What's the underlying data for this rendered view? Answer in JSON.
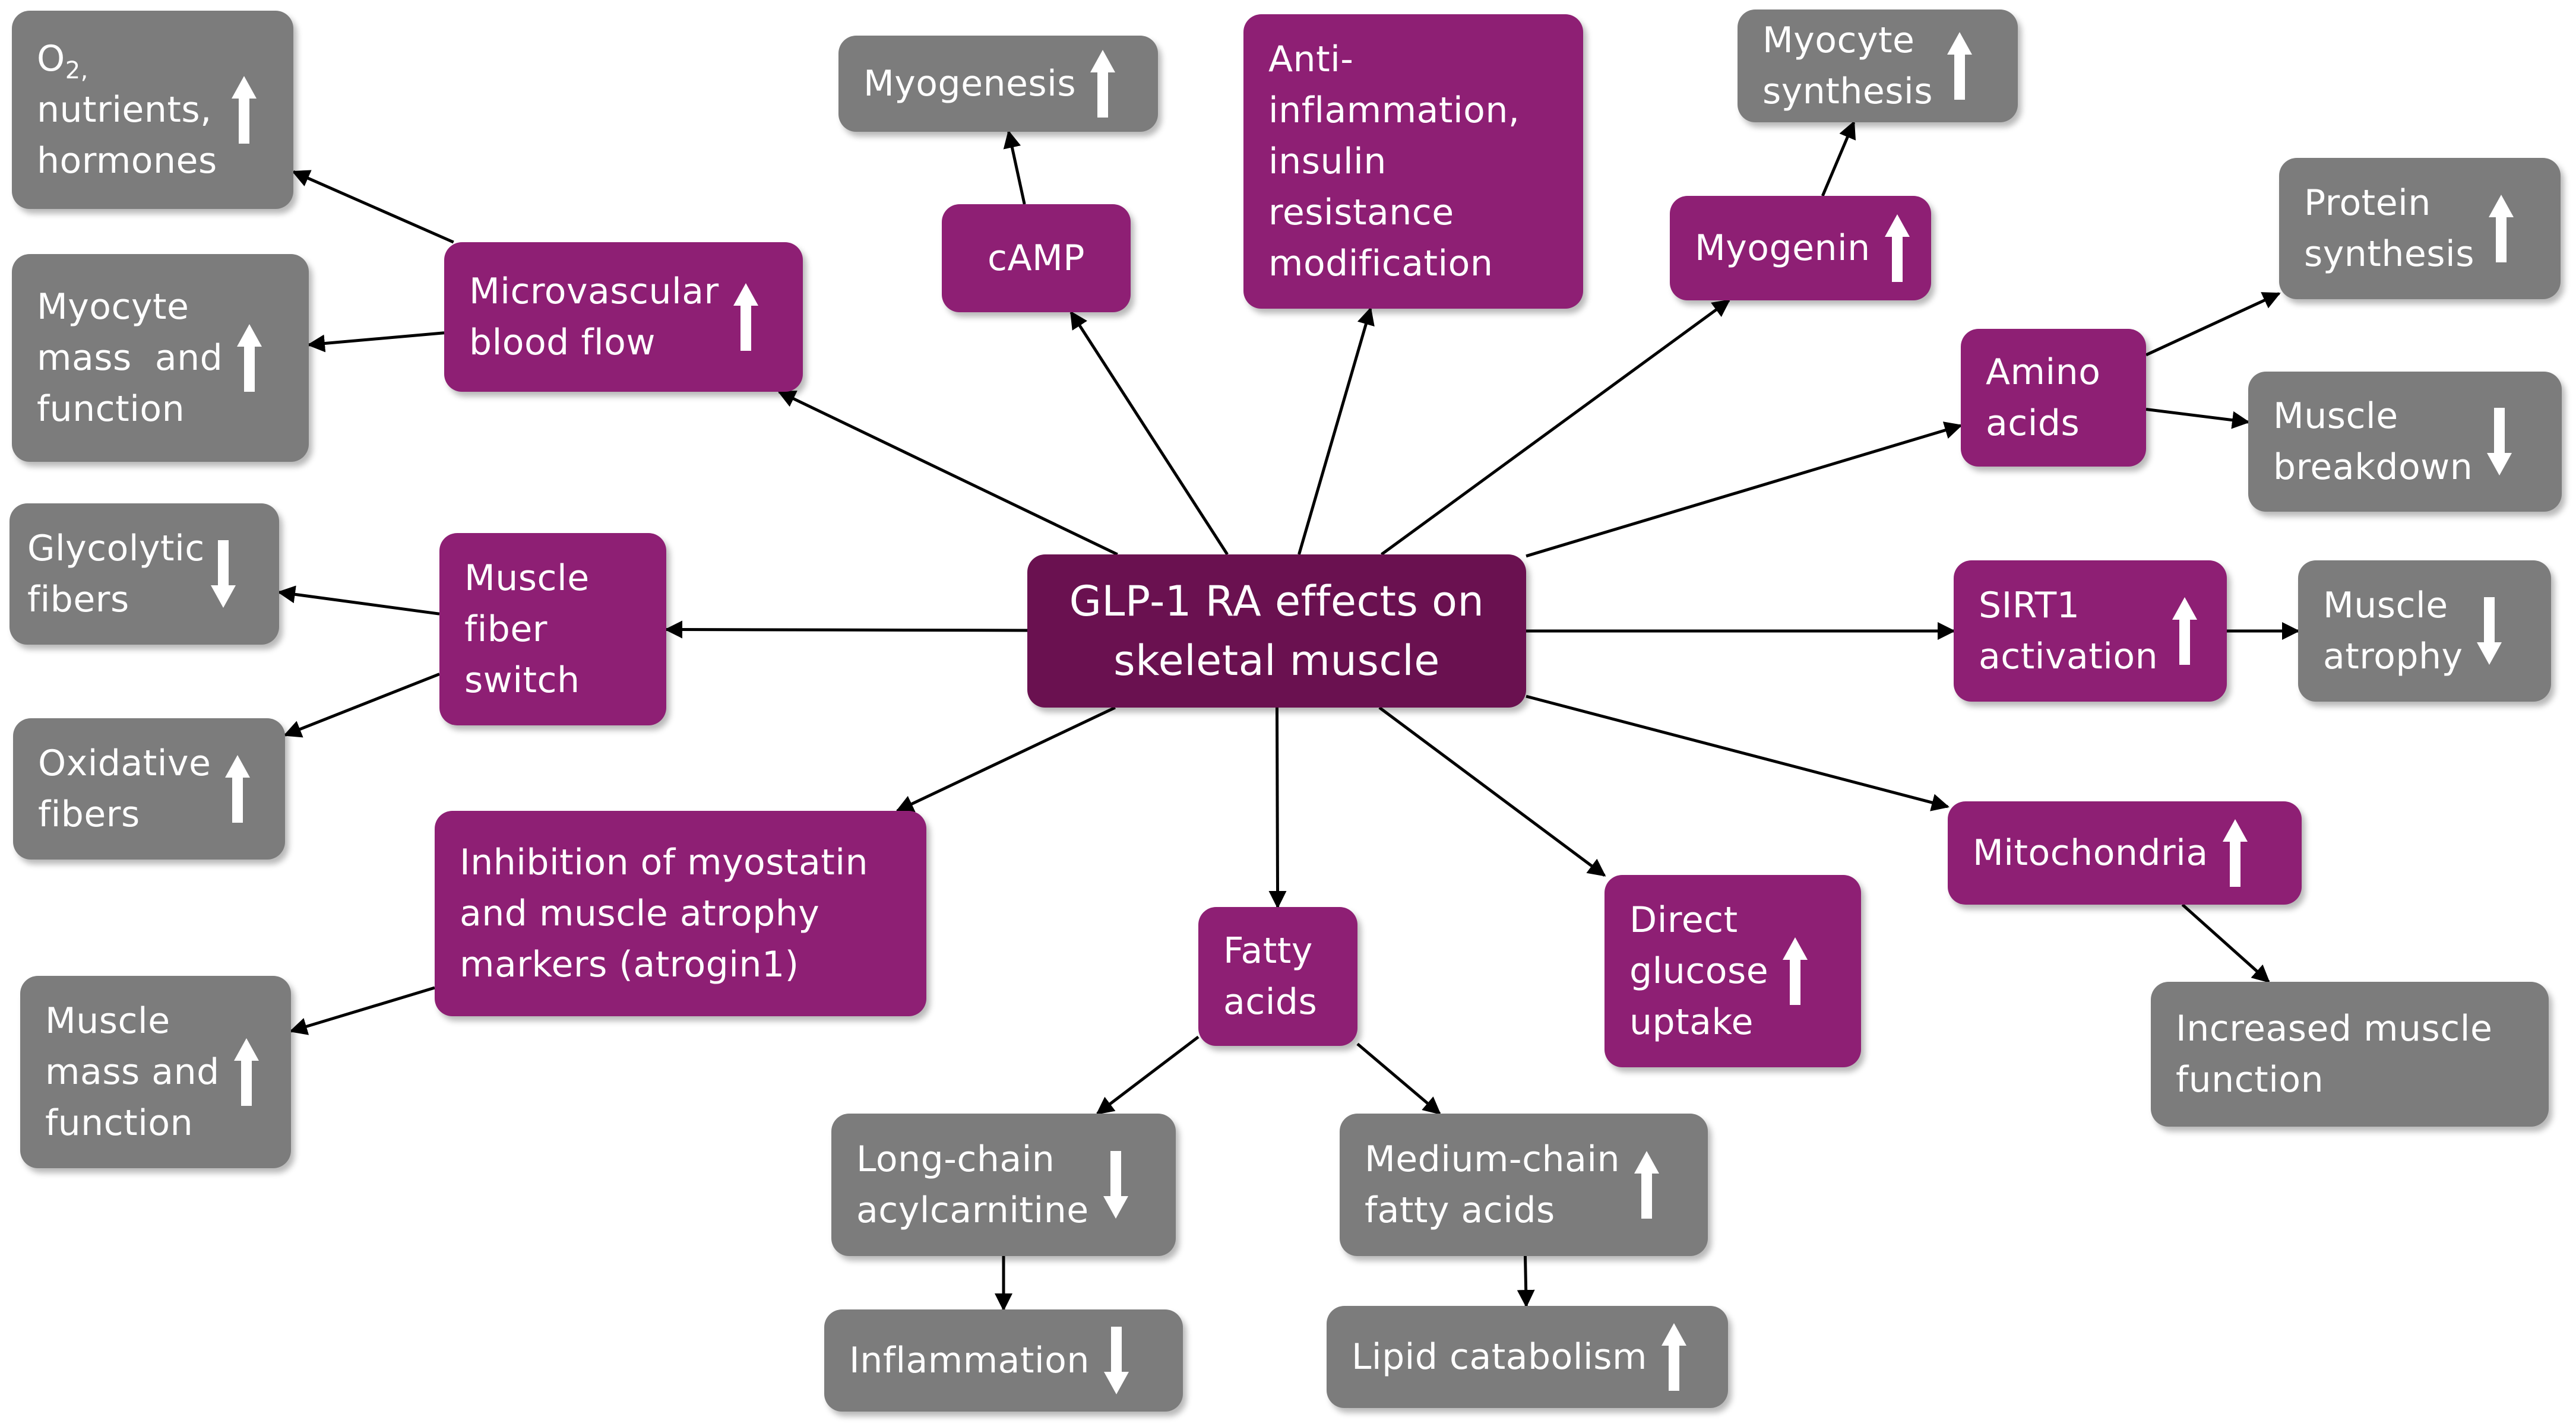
{
  "colors": {
    "purple": "#8e1f74",
    "center": "#6a1150",
    "gray": "#7c7c7c",
    "connector": "#000000",
    "arrow_fill": "#ffffff"
  },
  "center": {
    "label": "GLP-1 RA effects on\nskeletal muscle"
  },
  "nodes": {
    "microvascular": {
      "label": "Microvascular\nblood flow",
      "direction": "up",
      "icon": "up-arrow-icon"
    },
    "o2": {
      "label_main": "O",
      "label_sub": "2,",
      "label_rest": "nutrients,\nhormones",
      "direction": "up",
      "icon": "up-arrow-icon"
    },
    "myocyte_mass_top": {
      "label": "Myocyte\nmass  and\nfunction",
      "direction": "up",
      "icon": "up-arrow-icon"
    },
    "muscle_fiber_switch": {
      "label": "Muscle\nfiber\nswitch"
    },
    "glycolytic": {
      "label": "Glycolytic\nfibers",
      "direction": "down",
      "icon": "down-arrow-icon"
    },
    "oxidative": {
      "label": "Oxidative\nfibers",
      "direction": "up",
      "icon": "up-arrow-icon"
    },
    "myostatin": {
      "label": "Inhibition of myostatin\nand muscle atrophy\nmarkers (atrogin1)"
    },
    "muscle_mass_bottom": {
      "label": "Muscle\nmass and\nfunction",
      "direction": "up",
      "icon": "up-arrow-icon"
    },
    "camp": {
      "label": "cAMP"
    },
    "myogenesis": {
      "label": "Myogenesis",
      "direction": "up",
      "icon": "up-arrow-icon"
    },
    "anti_inflammation": {
      "label": "Anti-\ninflammation,\ninsulin\nresistance\nmodification"
    },
    "myogenin": {
      "label": "Myogenin",
      "direction": "up",
      "icon": "up-arrow-icon"
    },
    "myocyte_synthesis": {
      "label": "Myocyte\nsynthesis",
      "direction": "up",
      "icon": "up-arrow-icon"
    },
    "amino_acids": {
      "label": "Amino\nacids"
    },
    "protein_synthesis": {
      "label": "Protein\nsynthesis",
      "direction": "up",
      "icon": "up-arrow-icon"
    },
    "muscle_breakdown": {
      "label": "Muscle\nbreakdown",
      "direction": "down",
      "icon": "down-arrow-icon"
    },
    "sirt1": {
      "label": "SIRT1\nactivation",
      "direction": "up",
      "icon": "up-arrow-icon"
    },
    "muscle_atrophy": {
      "label": "Muscle\natrophy",
      "direction": "down",
      "icon": "down-arrow-icon"
    },
    "mitochondria": {
      "label": "Mitochondria",
      "direction": "up",
      "icon": "up-arrow-icon"
    },
    "increased_function": {
      "label": "Increased muscle\nfunction"
    },
    "direct_glucose": {
      "label": "Direct\nglucose\nuptake",
      "direction": "up",
      "icon": "up-arrow-icon"
    },
    "fatty_acids": {
      "label": "Fatty\nacids"
    },
    "long_chain": {
      "label": "Long-chain\nacylcarnitine",
      "direction": "down",
      "icon": "down-arrow-icon"
    },
    "medium_chain": {
      "label": "Medium-chain\nfatty acids",
      "direction": "up",
      "icon": "up-arrow-icon"
    },
    "inflammation": {
      "label": "Inflammation",
      "direction": "down",
      "icon": "down-arrow-icon"
    },
    "lipid_catabolism": {
      "label": "Lipid catabolism",
      "direction": "up",
      "icon": "up-arrow-icon"
    }
  },
  "edges": [
    {
      "from": "center",
      "to": "microvascular"
    },
    {
      "from": "microvascular",
      "to": "o2"
    },
    {
      "from": "microvascular",
      "to": "myocyte_mass_top"
    },
    {
      "from": "center",
      "to": "muscle_fiber_switch"
    },
    {
      "from": "muscle_fiber_switch",
      "to": "glycolytic"
    },
    {
      "from": "muscle_fiber_switch",
      "to": "oxidative"
    },
    {
      "from": "center",
      "to": "myostatin"
    },
    {
      "from": "myostatin",
      "to": "muscle_mass_bottom"
    },
    {
      "from": "center",
      "to": "camp"
    },
    {
      "from": "camp",
      "to": "myogenesis"
    },
    {
      "from": "center",
      "to": "anti_inflammation"
    },
    {
      "from": "center",
      "to": "myogenin"
    },
    {
      "from": "myogenin",
      "to": "myocyte_synthesis"
    },
    {
      "from": "center",
      "to": "amino_acids"
    },
    {
      "from": "amino_acids",
      "to": "protein_synthesis"
    },
    {
      "from": "amino_acids",
      "to": "muscle_breakdown"
    },
    {
      "from": "center",
      "to": "sirt1"
    },
    {
      "from": "sirt1",
      "to": "muscle_atrophy"
    },
    {
      "from": "center",
      "to": "mitochondria"
    },
    {
      "from": "mitochondria",
      "to": "increased_function"
    },
    {
      "from": "center",
      "to": "direct_glucose"
    },
    {
      "from": "center",
      "to": "fatty_acids"
    },
    {
      "from": "fatty_acids",
      "to": "long_chain"
    },
    {
      "from": "fatty_acids",
      "to": "medium_chain"
    },
    {
      "from": "long_chain",
      "to": "inflammation"
    },
    {
      "from": "medium_chain",
      "to": "lipid_catabolism"
    }
  ]
}
